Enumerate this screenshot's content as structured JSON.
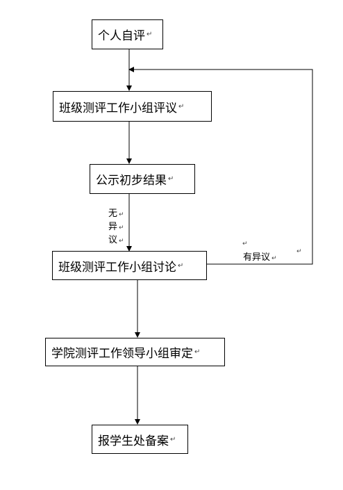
{
  "nodes": {
    "self_eval": "个人自评",
    "class_review": "班级测评工作小组评议",
    "publicize": "公示初步结果",
    "class_discuss": "班级测评工作小组讨论",
    "college_approve": "学院测评工作领导小组审定",
    "report": "报学生处备案"
  },
  "edges": {
    "no_objection": [
      "无",
      "异",
      "议"
    ],
    "has_objection": "有异议"
  },
  "paragraph_mark": "↵"
}
